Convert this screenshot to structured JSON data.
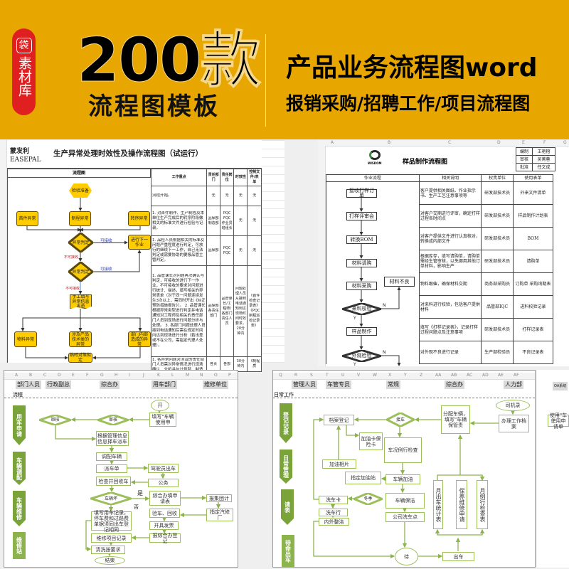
{
  "banner": {
    "logo_badge": "袋",
    "logo_text": "素材库",
    "headline": "200款",
    "subheadline": "流程图模板",
    "right_title": "产品业务流程图word",
    "right_subtitle": "报销采购/招聘工作/项目流程图",
    "colors": {
      "background": "#E8A600",
      "logo_red": "#E02020"
    }
  },
  "panel1": {
    "logo_cn": "蒙发利",
    "logo_en": "EASEPAL",
    "title": "生产异常处理时效性及操作流程图（试运行）",
    "headers": [
      "流程图",
      "工作重点",
      "责任部门",
      "责任岗位",
      "时效性",
      "控制文件/表单"
    ],
    "rows": [
      [
        "流程开始。",
        "无",
        "无",
        "无",
        "无"
      ],
      [
        "1. 对首件制作、生产制程及本单位生产完成后的转序阶段做相关的标准文件进行检验与记录。",
        "品保部制造部",
        "PQC FQC 作业员 班组长",
        "无",
        "无"
      ],
      [
        "1. 品检人员根据相关的标准及问题严重程度进行判定，可放行的继续下一工作，自己无法判定或需要协助的要报品管主管判定。",
        "品保部",
        "PQC FQC",
        "无",
        "无"
      ],
      [
        "1. 品管课长对问题再次确认与判定，可接收的进行下一作业，不可接收的要求对问题进行统计、描述，填写相关的异常表单（对于同一问题连续发生3次以上，需同时开出《纠正预防措施报告》）。 2. 品管课长根据异常类型进行判定并电话通知对工程师及相关的责任部门人员到现场进行问题分析与处理。 3. 各部门问题处理人员接到电话通知后需在规定时间内达到现场进行分析（若出差或不在公司，需指定代理人处理）。",
        "品保部各责任部门",
        "品管课长/工程师/各部门责任人员",
        "问题处理人员从接到电话通知到达现场时间时效要求，20分钟内",
        "《首件检查记录表》《PQC制程巡检记录表》"
      ],
      [
        "1. 各异常问题对涉及的责任部门人员需对异常情况进行现场确认、分析并与计划部、制造部",
        "各责",
        "各部",
        "30分钟内",
        "《制程质"
      ]
    ],
    "nodes": [
      {
        "label": "检验准备",
        "shape": "hexagon"
      },
      {
        "label": "首件异常",
        "shape": "box"
      },
      {
        "label": "制程异常",
        "shape": "box"
      },
      {
        "label": "转序异常",
        "shape": "box"
      },
      {
        "label": "异常判定",
        "shape": "diamond"
      },
      {
        "label": "进行下一作业",
        "shape": "box"
      },
      {
        "label": "异常判定",
        "shape": "diamond"
      },
      {
        "label": "手工填写异常信息表单",
        "shape": "document"
      },
      {
        "label": "物料异常",
        "shape": "box"
      },
      {
        "label": "涉及产品技术类的异常",
        "shape": "box"
      },
      {
        "label": "部门内部造成的异常",
        "shape": "box"
      },
      {
        "label": "临时对策拟定",
        "shape": "box"
      }
    ],
    "edge_labels": [
      "可接收",
      "不可接收",
      "可接收",
      "不可接收"
    ],
    "colors": {
      "node_fill": "#FFCC00",
      "accept": "#2233cc",
      "reject": "#cc1111"
    }
  },
  "panel2": {
    "columns": [
      "A",
      "B",
      "C",
      "D",
      "E",
      "F",
      "G"
    ],
    "logo_text": "WISDOM",
    "title": "样品制作流程图",
    "signoff": [
      [
        "编制",
        "王艳榕"
      ],
      [
        "审核",
        "吴菁蓉"
      ],
      [
        "批准",
        "任文成"
      ]
    ],
    "headers": [
      "作业流程",
      "相关说明",
      "权责单位",
      "使用表单"
    ],
    "rows": [
      [
        "客户提供相关图纸、作业指示书、生产工艺注意事项等",
        "研发部技术员",
        "外来文件清单"
      ],
      [
        "对客户交期进行评审，确定打样过程各时间点",
        "研发部技术员",
        "样品制作计划表"
      ],
      [
        "对客户提供文件进行认真核对，转换成内部文件",
        "研发部技术员",
        "BOM"
      ],
      [
        "根据库存，填写请购单，请购单需经生管审核，以免挪用其他订单材料，影响生产",
        "研发部技术员",
        "请购单"
      ],
      [
        "物料跟催，确保材料交期",
        "商务部采购员",
        "订购单 采购询期表"
      ],
      [
        "对来料进行校验，包括客户提供材料",
        "品管部IQC",
        "进料校验记录"
      ],
      [
        "填写《打样记录表》，记录打样过程问题点及注意事项",
        "研发部技术员",
        "打样记录表"
      ],
      [
        "对外观不良进行记录",
        "生产部检验员",
        "不良记录表"
      ]
    ],
    "nodes": [
      {
        "label": "接收打样订单",
        "shape": "box"
      },
      {
        "label": "打样评审会",
        "shape": "box"
      },
      {
        "label": "转换BOM",
        "shape": "box"
      },
      {
        "label": "材料请购",
        "shape": "box"
      },
      {
        "label": "材料采购",
        "shape": "box"
      },
      {
        "label": "材料不良",
        "shape": "box"
      },
      {
        "label": "来料校验",
        "shape": "diamond"
      },
      {
        "label": "样品制作",
        "shape": "box"
      },
      {
        "label": "外观检验",
        "shape": "diamond"
      }
    ],
    "edge_labels": [
      "Y",
      "N",
      "N",
      "Y"
    ]
  },
  "panel3": {
    "columns": [
      "A",
      "B",
      "C",
      "D",
      "E",
      "F",
      "G",
      "H",
      "I",
      "J",
      "K",
      "L",
      "M",
      "N",
      "O",
      "P"
    ],
    "departments": [
      "部门人员",
      "行政副总",
      "综合办",
      "用车部门",
      "维修单位"
    ],
    "section_label": "流程",
    "lanes": [
      "用车申请",
      "车辆调配",
      "车辆维修",
      "维修站"
    ],
    "nodes": [
      {
        "label": "开",
        "shape": "ellipse"
      },
      {
        "label": "填写\"车辆使用申",
        "shape": "box"
      },
      {
        "label": "审核",
        "shape": "diamond"
      },
      {
        "label": "审核",
        "shape": "diamond"
      },
      {
        "label": "根据管理信息信息择车派车",
        "shape": "box"
      },
      {
        "label": "调配车辆",
        "shape": "box"
      },
      {
        "label": "派车单",
        "shape": "box"
      },
      {
        "label": "驾驶员出车",
        "shape": "box"
      },
      {
        "label": "公务",
        "shape": "box"
      },
      {
        "label": "检查并回收车",
        "shape": "box"
      },
      {
        "label": "车辆坏",
        "shape": "diamond"
      },
      {
        "label": "综合办填申请表",
        "shape": "box"
      },
      {
        "label": "报集团计",
        "shape": "box"
      },
      {
        "label": "指定汽修厂",
        "shape": "box"
      },
      {
        "label": "验车、回收",
        "shape": "box"
      },
      {
        "label": "开具发票",
        "shape": "box"
      },
      {
        "label": "报综合办登记",
        "shape": "box"
      },
      {
        "label": "填写用车记录，停车费和过路费单据须同出车登记相同",
        "shape": "box"
      },
      {
        "label": "维修项目记录",
        "shape": "box"
      },
      {
        "label": "清洗按要求",
        "shape": "box"
      },
      {
        "label": "结束",
        "shape": "ellipse"
      }
    ],
    "edge_labels": [
      "是",
      "否"
    ],
    "colors": {
      "lane": "#7AA43A",
      "line": "#9CBF5A"
    }
  },
  "panel4": {
    "columns": [
      "Q",
      "R",
      "S",
      "T",
      "U",
      "V",
      "W",
      "X",
      "Y",
      "Z",
      "AA",
      "AB",
      "AC",
      "AD",
      "AE",
      "AF"
    ],
    "departments": [
      "管理人员",
      "车管专员",
      "常规",
      "综合办",
      "人力部",
      "OA系统"
    ],
    "section_label": "日常工作",
    "lanes": [
      "登记记录",
      "日常管理",
      "请表",
      "待命出车"
    ],
    "nodes": [
      {
        "label": "司机录",
        "shape": "ellipse"
      },
      {
        "label": "办理工作档案",
        "shape": "box"
      },
      {
        "label": "分配车辆，填写\"车辆保管责",
        "shape": "box"
      },
      {
        "label": "接车",
        "shape": "diamond"
      },
      {
        "label": "档案登记",
        "shape": "box"
      },
      {
        "label": "加油卡保险卡",
        "shape": "box"
      },
      {
        "label": "车况例行检查",
        "shape": "box"
      },
      {
        "label": "加油相片",
        "shape": "box"
      },
      {
        "label": "指定加油站",
        "shape": "box"
      },
      {
        "label": "车辆加油",
        "shape": "box"
      },
      {
        "label": "洗车卡",
        "shape": "box"
      },
      {
        "label": "冬季",
        "shape": "diamond"
      },
      {
        "label": "洗车行",
        "shape": "box"
      },
      {
        "label": "内外整洁",
        "shape": "box"
      },
      {
        "label": "车辆保洁",
        "shape": "box"
      },
      {
        "label": "公司洗车点",
        "shape": "box"
      },
      {
        "label": "月出车统计表",
        "shape": "vertical-box"
      },
      {
        "label": "保养维修申请",
        "shape": "vertical-box"
      },
      {
        "label": "月例行检查表",
        "shape": "vertical-box"
      },
      {
        "label": "待",
        "shape": "ellipse"
      },
      {
        "label": "出车",
        "shape": "box"
      },
      {
        "label": "使用\"车 使用申请单",
        "shape": "box"
      }
    ]
  }
}
